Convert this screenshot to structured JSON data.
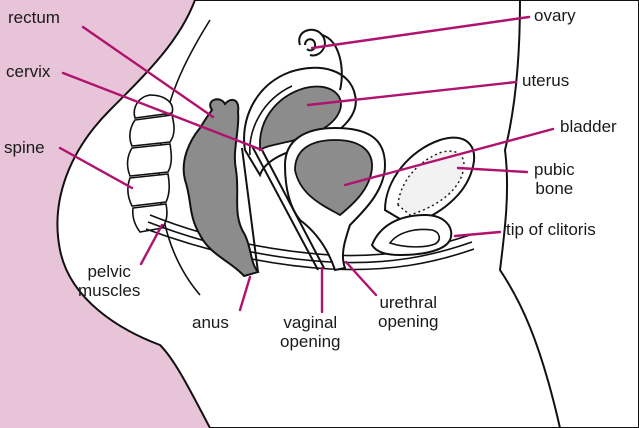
{
  "colors": {
    "background": "#e8c4d8",
    "leader_line": "#b0126e",
    "outline": "#111111",
    "tissue_fill": "#8c8c8c",
    "body_fill": "#ffffff"
  },
  "labels": {
    "rectum": "rectum",
    "cervix": "cervix",
    "spine": "spine",
    "pelvic_muscles_line1": "pelvic",
    "pelvic_muscles_line2": "muscles",
    "anus": "anus",
    "vaginal_opening_line1": "vaginal",
    "vaginal_opening_line2": "opening",
    "urethral_opening_line1": "urethral",
    "urethral_opening_line2": "opening",
    "tip_of_clitoris": "tip of clitoris",
    "pubic_bone_line1": "pubic",
    "pubic_bone_line2": "bone",
    "bladder": "bladder",
    "uterus": "uterus",
    "ovary": "ovary"
  }
}
